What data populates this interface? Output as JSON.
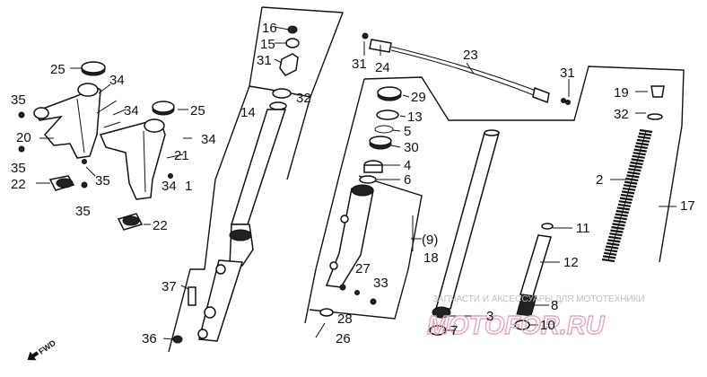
{
  "fwd_label": "FWD",
  "watermark": {
    "text": "ЗАПЧАСТИ И АКСЕССУАРЫ ДЛЯ МОТОТЕХНИКИ",
    "logo": "MOTOFOR.RU",
    "color": "#e7a6b6"
  },
  "callouts": [
    {
      "id": "c16",
      "text": "16"
    },
    {
      "id": "c15",
      "text": "15"
    },
    {
      "id": "c31a",
      "text": "31"
    },
    {
      "id": "c32a",
      "text": "32"
    },
    {
      "id": "c14",
      "text": "14"
    },
    {
      "id": "c1",
      "text": "1"
    },
    {
      "id": "c25a",
      "text": "25"
    },
    {
      "id": "c34a",
      "text": "34"
    },
    {
      "id": "c34b",
      "text": "34"
    },
    {
      "id": "c35a",
      "text": "35"
    },
    {
      "id": "c20",
      "text": "20"
    },
    {
      "id": "c35b",
      "text": "35"
    },
    {
      "id": "c25b",
      "text": "25"
    },
    {
      "id": "c34c",
      "text": "34"
    },
    {
      "id": "c21",
      "text": "21"
    },
    {
      "id": "c35c",
      "text": "35"
    },
    {
      "id": "c34d",
      "text": "34"
    },
    {
      "id": "c22a",
      "text": "22"
    },
    {
      "id": "c35d",
      "text": "35"
    },
    {
      "id": "c22b",
      "text": "22"
    },
    {
      "id": "c37",
      "text": "37"
    },
    {
      "id": "c36",
      "text": "36"
    },
    {
      "id": "c31b",
      "text": "31"
    },
    {
      "id": "c24",
      "text": "24"
    },
    {
      "id": "c23",
      "text": "23"
    },
    {
      "id": "c31c",
      "text": "31"
    },
    {
      "id": "c29",
      "text": "29"
    },
    {
      "id": "c13",
      "text": "13"
    },
    {
      "id": "c5",
      "text": "5"
    },
    {
      "id": "c30",
      "text": "30"
    },
    {
      "id": "c4",
      "text": "4"
    },
    {
      "id": "c6",
      "text": "6"
    },
    {
      "id": "c9",
      "text": "(9)"
    },
    {
      "id": "c18",
      "text": "18"
    },
    {
      "id": "c27",
      "text": "27"
    },
    {
      "id": "c33",
      "text": "33"
    },
    {
      "id": "c28",
      "text": "28"
    },
    {
      "id": "c26",
      "text": "26"
    },
    {
      "id": "c19",
      "text": "19"
    },
    {
      "id": "c32b",
      "text": "32"
    },
    {
      "id": "c2",
      "text": "2"
    },
    {
      "id": "c17",
      "text": "17"
    },
    {
      "id": "c11",
      "text": "11"
    },
    {
      "id": "c12",
      "text": "12"
    },
    {
      "id": "c3",
      "text": "3"
    },
    {
      "id": "c7",
      "text": "7"
    },
    {
      "id": "c8",
      "text": "8"
    },
    {
      "id": "c10",
      "text": "10"
    }
  ]
}
